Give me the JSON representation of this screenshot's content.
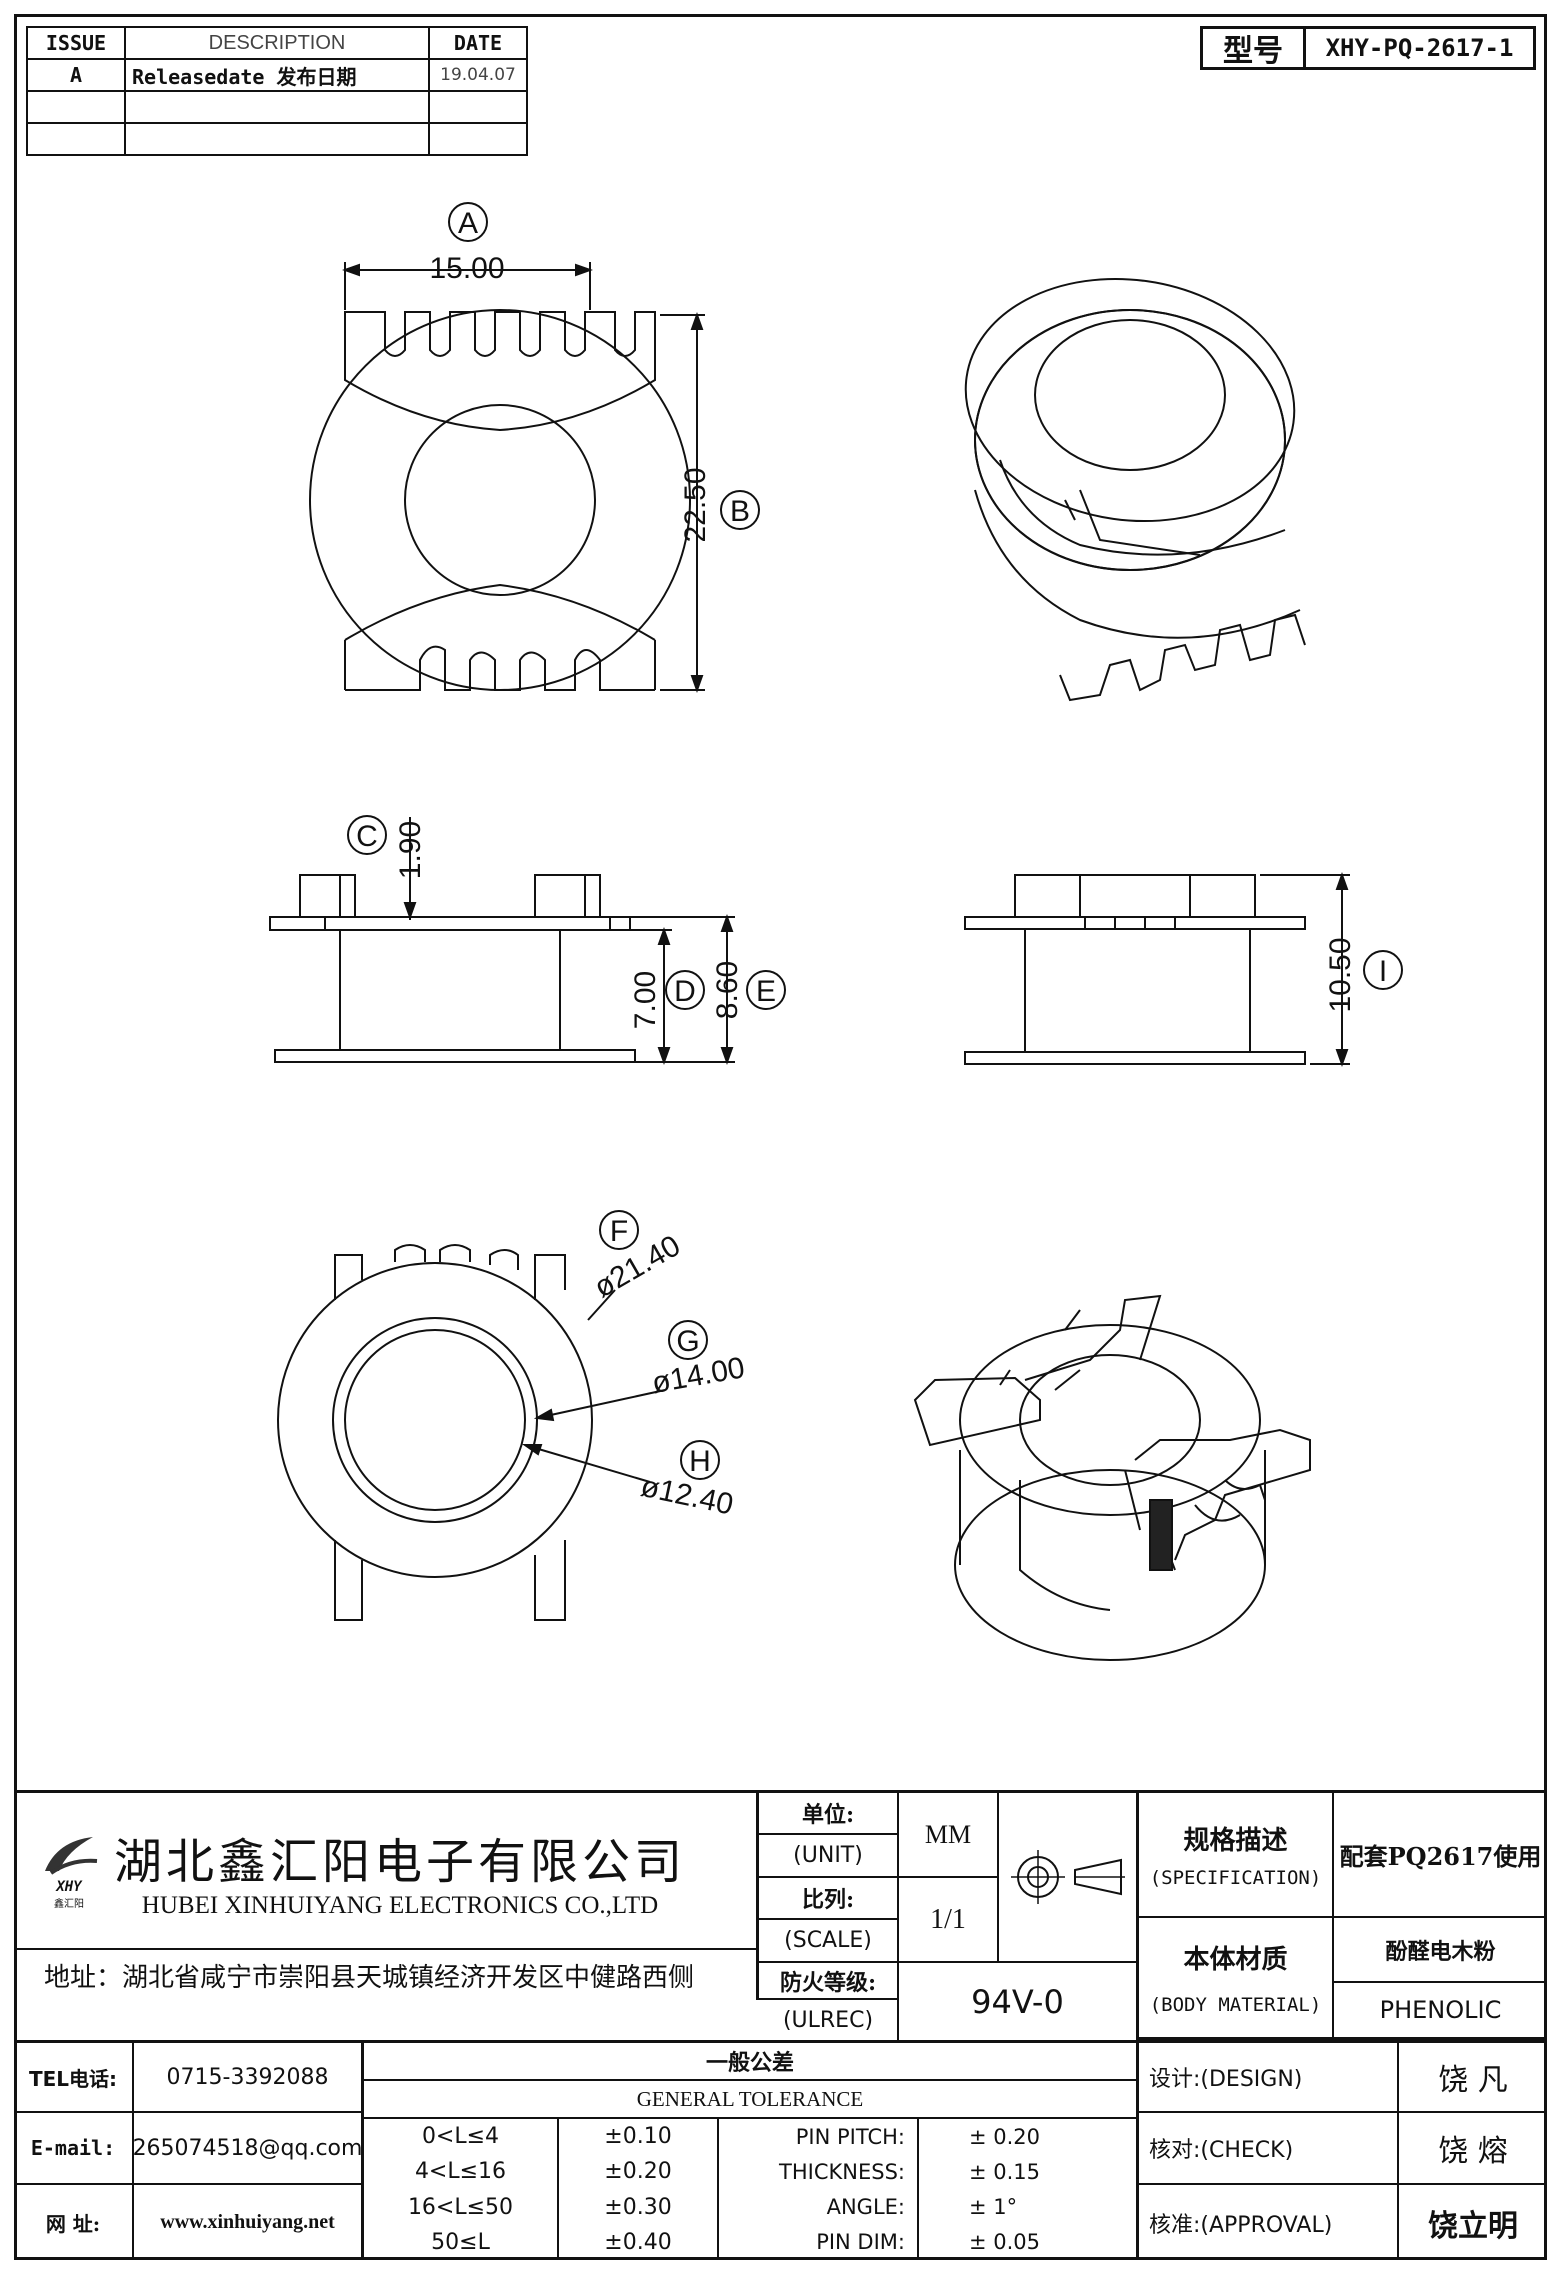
{
  "revision_table": {
    "headers": [
      "ISSUE",
      "DESCRIPTION",
      "DATE"
    ],
    "rows": [
      {
        "issue": "A",
        "description": "Releasedate 发布日期",
        "date": "19.04.07"
      },
      {
        "issue": "",
        "description": "",
        "date": ""
      },
      {
        "issue": "",
        "description": "",
        "date": ""
      }
    ]
  },
  "model": {
    "label": "型号",
    "value": "XHY-PQ-2617-1"
  },
  "dimensions": {
    "A": {
      "tag": "A",
      "value": "15.00"
    },
    "B": {
      "tag": "B",
      "value": "22.50"
    },
    "C": {
      "tag": "C",
      "value": "1.90"
    },
    "D": {
      "tag": "D",
      "value": "7.00"
    },
    "E": {
      "tag": "E",
      "value": "8.60"
    },
    "F": {
      "tag": "F",
      "value": "ø21.40"
    },
    "G": {
      "tag": "G",
      "value": "ø14.00"
    },
    "H": {
      "tag": "H",
      "value": "ø12.40"
    },
    "I": {
      "tag": "I",
      "value": "10.50"
    }
  },
  "company": {
    "name_cn": "湖北鑫汇阳电子有限公司",
    "name_en": "HUBEI XINHUIYANG ELECTRONICS CO.,LTD",
    "logo_text": "XHY",
    "logo_sub": "鑫汇阳",
    "address": "地址：湖北省咸宁市崇阳县天城镇经济开发区中健路西侧"
  },
  "unit": {
    "label_cn": "单位:",
    "label_en": "(UNIT)",
    "value": "MM"
  },
  "scale": {
    "label_cn": "比列:",
    "label_en": "(SCALE)",
    "value": "1/1"
  },
  "ulrec": {
    "label_cn": "防火等级:",
    "label_en": "(ULREC)",
    "value": "94V-0"
  },
  "spec": {
    "label_cn": "规格描述",
    "label_en": "(SPECIFICATION)",
    "value": "配套PQ2617使用"
  },
  "material": {
    "label_cn": "本体材质",
    "label_en": "(BODY MATERIAL)",
    "value_cn": "酚醛电木粉",
    "value_en": "PHENOLIC"
  },
  "contact": {
    "tel_label": "TEL电话:",
    "tel": "0715-3392088",
    "email_label": "E-mail:",
    "email": "265074518@qq.com",
    "web_label": "网  址:",
    "web": "www.xinhuiyang.net"
  },
  "tolerance": {
    "title_cn": "一般公差",
    "title_en": "GENERAL TOLERANCE",
    "rows": [
      {
        "range": "0<L≤4",
        "tol": "±0.10",
        "item": "PIN PITCH:",
        "val": "± 0.20"
      },
      {
        "range": "4<L≤16",
        "tol": "±0.20",
        "item": "THICKNESS:",
        "val": "± 0.15"
      },
      {
        "range": "16<L≤50",
        "tol": "±0.30",
        "item": "ANGLE:",
        "val": "± 1°"
      },
      {
        "range": "50≤L",
        "tol": "±0.40",
        "item": "PIN DIM:",
        "val": "± 0.05"
      }
    ]
  },
  "signoff": {
    "design_label": "设计:(DESIGN)",
    "design": "饶  凡",
    "check_label": "核对:(CHECK)",
    "check": "饶  熔",
    "approval_label": "核准:(APPROVAL)",
    "approval": "饶立明"
  }
}
